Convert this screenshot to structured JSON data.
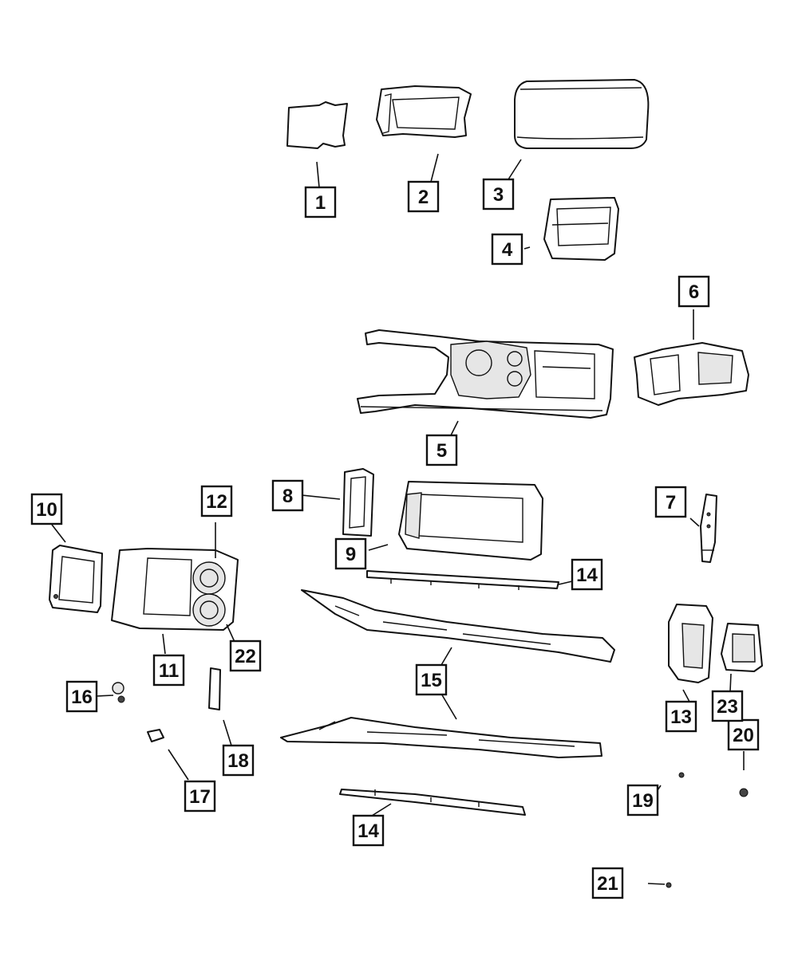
{
  "diagram": {
    "callouts": [
      {
        "id": "c1",
        "label": "1"
      },
      {
        "id": "c2",
        "label": "2"
      },
      {
        "id": "c3",
        "label": "3"
      },
      {
        "id": "c4",
        "label": "4"
      },
      {
        "id": "c5",
        "label": "5"
      },
      {
        "id": "c6",
        "label": "6"
      },
      {
        "id": "c7",
        "label": "7"
      },
      {
        "id": "c8",
        "label": "8"
      },
      {
        "id": "c9",
        "label": "9"
      },
      {
        "id": "c10",
        "label": "10"
      },
      {
        "id": "c11",
        "label": "11"
      },
      {
        "id": "c12",
        "label": "12"
      },
      {
        "id": "c13",
        "label": "13"
      },
      {
        "id": "c14a",
        "label": "14"
      },
      {
        "id": "c14b",
        "label": "14"
      },
      {
        "id": "c15",
        "label": "15"
      },
      {
        "id": "c16",
        "label": "16"
      },
      {
        "id": "c17",
        "label": "17"
      },
      {
        "id": "c18",
        "label": "18"
      },
      {
        "id": "c19",
        "label": "19"
      },
      {
        "id": "c20",
        "label": "20"
      },
      {
        "id": "c21",
        "label": "21"
      },
      {
        "id": "c22",
        "label": "22"
      },
      {
        "id": "c23",
        "label": "23"
      }
    ]
  }
}
